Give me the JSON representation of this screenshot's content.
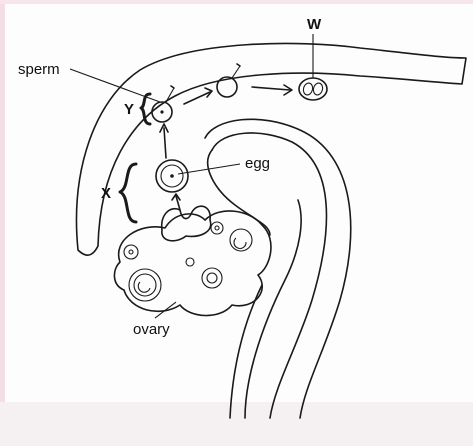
{
  "diagram": {
    "labels": {
      "sperm": "sperm",
      "egg": "egg",
      "ovary": "ovary",
      "w": "W",
      "x": "X",
      "y": "Y"
    },
    "colors": {
      "ink": "#1a1a1a",
      "background": "#fdfdfd",
      "edge_tint": "#f3dde6"
    }
  }
}
